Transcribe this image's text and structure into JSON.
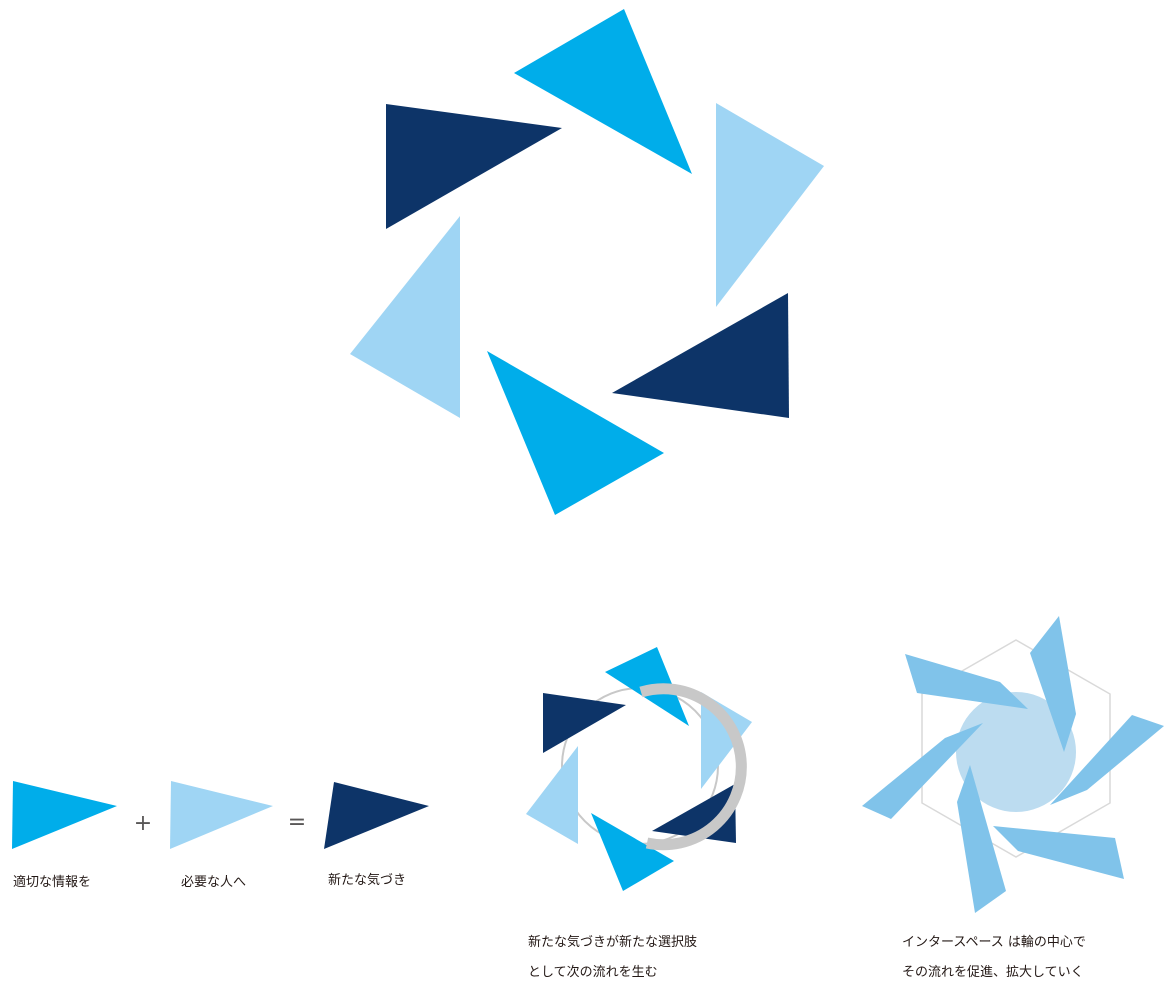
{
  "colors": {
    "info": "#00adea",
    "people": "#9fd5f4",
    "awareness": "#0d3468",
    "ring": "#c8c8c8",
    "interspace_blade": "#80c3ea",
    "interspace_hub": "#bcdcf0",
    "hexagon": "#d9d9d9"
  },
  "symbols": {
    "plus": "+",
    "equals": "="
  },
  "legend": [
    {
      "color_key": "info",
      "label": "適切な情報を"
    },
    {
      "color_key": "people",
      "label": "必要な人へ"
    },
    {
      "color_key": "awareness",
      "label": "新たな気づき"
    }
  ],
  "captions": {
    "cycle": [
      "新たな気づきが新たな選択肢",
      "として次の流れを生む"
    ],
    "interspace": [
      "インタースペース は輪の中心で",
      "その流れを促進、拡大していく"
    ]
  }
}
